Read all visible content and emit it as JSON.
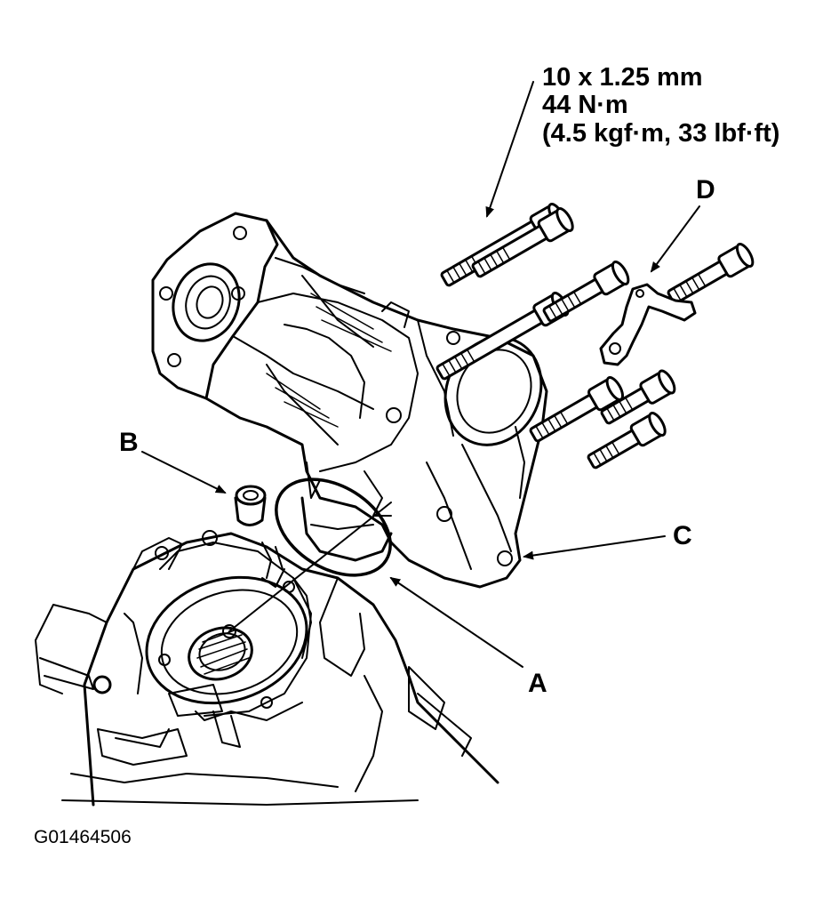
{
  "spec": {
    "line1": "10 x 1.25 mm",
    "line2": "44 N·m",
    "line3": "(4.5 kgf·m, 33 lbf·ft)"
  },
  "callouts": {
    "a": "A",
    "b": "B",
    "c": "C",
    "d": "D"
  },
  "figure_id": "G01464506"
}
